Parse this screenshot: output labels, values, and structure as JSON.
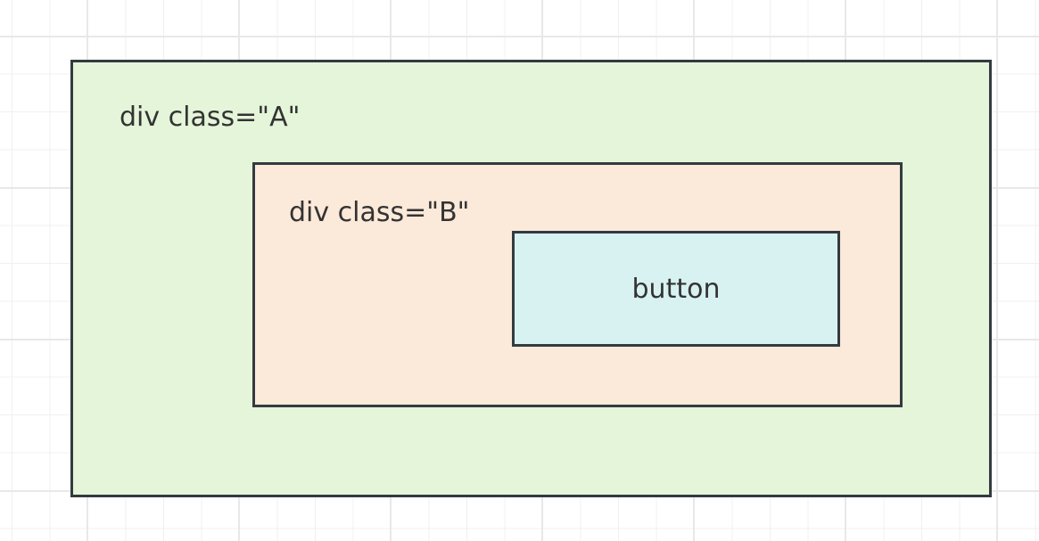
{
  "boxes": {
    "a": {
      "label": "div class=\"A\"",
      "fill": "#e5f5d9"
    },
    "b": {
      "label": "div class=\"B\"",
      "fill": "#fbe9da"
    },
    "button": {
      "label": "button",
      "fill": "#d8f2f2"
    }
  }
}
